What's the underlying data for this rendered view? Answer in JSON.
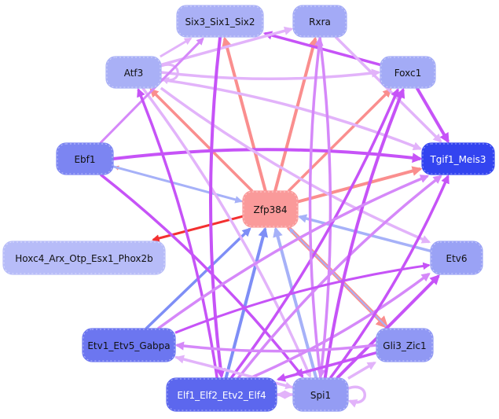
{
  "diagram": {
    "type": "regulatory-network",
    "nodes": [
      {
        "id": "six3",
        "label": "Six3_Six1_Six2",
        "fill": "#aab0f6",
        "text": "#111111"
      },
      {
        "id": "rxra",
        "label": "Rxra",
        "fill": "#a3aaf6",
        "text": "#111111"
      },
      {
        "id": "atf3",
        "label": "Atf3",
        "fill": "#a9b0f6",
        "text": "#111111"
      },
      {
        "id": "foxc1",
        "label": "Foxc1",
        "fill": "#a3abf6",
        "text": "#111111"
      },
      {
        "id": "ebf1",
        "label": "Ebf1",
        "fill": "#7c85f2",
        "text": "#111111"
      },
      {
        "id": "tgif1",
        "label": "Tgif1_Meis3",
        "fill": "#3344f0",
        "text": "#ffffff"
      },
      {
        "id": "zfp384",
        "label": "Zfp384",
        "fill": "#fa9a9a",
        "text": "#111111"
      },
      {
        "id": "hoxc4",
        "label": "Hoxc4_Arx_Otp_Esx1_Phox2b",
        "fill": "#b7bcf8",
        "text": "#111111"
      },
      {
        "id": "etv6",
        "label": "Etv6",
        "fill": "#9aa2f5",
        "text": "#111111"
      },
      {
        "id": "etv1",
        "label": "Etv1_Etv5_Gabpa",
        "fill": "#6c76f0",
        "text": "#111111"
      },
      {
        "id": "gli3",
        "label": "Gli3_Zic1",
        "fill": "#9098f4",
        "text": "#111111"
      },
      {
        "id": "elf1",
        "label": "Elf1_Elf2_Etv2_Elf4",
        "fill": "#5c67ee",
        "text": "#ffffff"
      },
      {
        "id": "spi1",
        "label": "Spi1",
        "fill": "#949cf4",
        "text": "#111111"
      }
    ],
    "edge_colors": {
      "violet": "#c653f7",
      "light_violet": "#e2b3fa",
      "mid_violet": "#d588f9",
      "salmon": "#fa8e8e",
      "red": "#f33030",
      "blue": "#7e8ef6",
      "light_blue": "#a6b1f8"
    },
    "edges": [
      {
        "from": "zfp384",
        "to": "hoxc4",
        "color": "red",
        "width": 3
      },
      {
        "from": "zfp384",
        "to": "six3",
        "color": "salmon",
        "width": 4
      },
      {
        "from": "zfp384",
        "to": "rxra",
        "color": "salmon",
        "width": 4
      },
      {
        "from": "zfp384",
        "to": "atf3",
        "color": "salmon",
        "width": 3.5
      },
      {
        "from": "zfp384",
        "to": "foxc1",
        "color": "salmon",
        "width": 3.5
      },
      {
        "from": "zfp384",
        "to": "tgif1",
        "color": "salmon",
        "width": 4
      },
      {
        "from": "zfp384",
        "to": "gli3",
        "color": "salmon",
        "width": 5
      },
      {
        "from": "zfp384",
        "to": "ebf1",
        "color": "salmon",
        "width": 2
      },
      {
        "from": "ebf1",
        "to": "zfp384",
        "color": "light_blue",
        "width": 3
      },
      {
        "from": "etv6",
        "to": "zfp384",
        "color": "light_blue",
        "width": 3.5
      },
      {
        "from": "etv1",
        "to": "zfp384",
        "color": "blue",
        "width": 3.5
      },
      {
        "from": "elf1",
        "to": "zfp384",
        "color": "blue",
        "width": 4
      },
      {
        "from": "spi1",
        "to": "zfp384",
        "color": "light_blue",
        "width": 4
      },
      {
        "from": "gli3",
        "to": "zfp384",
        "color": "light_blue",
        "width": 2
      },
      {
        "from": "ebf1",
        "to": "tgif1",
        "color": "violet",
        "width": 4
      },
      {
        "from": "foxc1",
        "to": "tgif1",
        "color": "violet",
        "width": 4
      },
      {
        "from": "foxc1",
        "to": "six3",
        "color": "violet",
        "width": 3.5
      },
      {
        "from": "atf3",
        "to": "foxc1",
        "color": "light_violet",
        "width": 3.5
      },
      {
        "from": "atf3",
        "to": "rxra",
        "color": "light_violet",
        "width": 3.5
      },
      {
        "from": "atf3",
        "to": "six3",
        "color": "light_violet",
        "width": 3
      },
      {
        "from": "atf3",
        "to": "tgif1",
        "color": "light_violet",
        "width": 3.5
      },
      {
        "from": "atf3",
        "to": "etv6",
        "color": "light_violet",
        "width": 3.5
      },
      {
        "from": "atf3",
        "to": "spi1",
        "color": "light_violet",
        "width": 3.5
      },
      {
        "from": "atf3",
        "to": "atf3",
        "color": "light_violet",
        "width": 3
      },
      {
        "from": "rxra",
        "to": "tgif1",
        "color": "light_violet",
        "width": 3.5
      },
      {
        "from": "ebf1",
        "to": "six3",
        "color": "mid_violet",
        "width": 3
      },
      {
        "from": "ebf1",
        "to": "spi1",
        "color": "violet",
        "width": 3.5
      },
      {
        "from": "six3",
        "to": "elf1",
        "color": "violet",
        "width": 4
      },
      {
        "from": "rxra",
        "to": "spi1",
        "color": "mid_violet",
        "width": 3.5
      },
      {
        "from": "elf1",
        "to": "foxc1",
        "color": "violet",
        "width": 3.5
      },
      {
        "from": "elf1",
        "to": "tgif1",
        "color": "mid_violet",
        "width": 3.5
      },
      {
        "from": "elf1",
        "to": "etv6",
        "color": "mid_violet",
        "width": 3.5
      },
      {
        "from": "elf1",
        "to": "spi1",
        "color": "light_violet",
        "width": 3.5
      },
      {
        "from": "elf1",
        "to": "atf3",
        "color": "violet",
        "width": 3.5
      },
      {
        "from": "spi1",
        "to": "foxc1",
        "color": "violet",
        "width": 4
      },
      {
        "from": "spi1",
        "to": "tgif1",
        "color": "violet",
        "width": 3.5
      },
      {
        "from": "spi1",
        "to": "etv6",
        "color": "violet",
        "width": 4
      },
      {
        "from": "spi1",
        "to": "gli3",
        "color": "light_violet",
        "width": 3.5
      },
      {
        "from": "spi1",
        "to": "etv1",
        "color": "light_violet",
        "width": 3.5
      },
      {
        "from": "spi1",
        "to": "elf1",
        "color": "light_violet",
        "width": 3.5
      },
      {
        "from": "spi1",
        "to": "rxra",
        "color": "mid_violet",
        "width": 3.5
      },
      {
        "from": "spi1",
        "to": "spi1",
        "color": "light_violet",
        "width": 3.5
      },
      {
        "from": "etv1",
        "to": "tgif1",
        "color": "mid_violet",
        "width": 3.5
      },
      {
        "from": "etv1",
        "to": "spi1",
        "color": "light_violet",
        "width": 3
      },
      {
        "from": "gli3",
        "to": "etv1",
        "color": "mid_violet",
        "width": 3.5
      },
      {
        "from": "gli3",
        "to": "elf1",
        "color": "violet",
        "width": 3.5
      },
      {
        "from": "etv1",
        "to": "etv6",
        "color": "violet",
        "width": 3
      }
    ]
  }
}
